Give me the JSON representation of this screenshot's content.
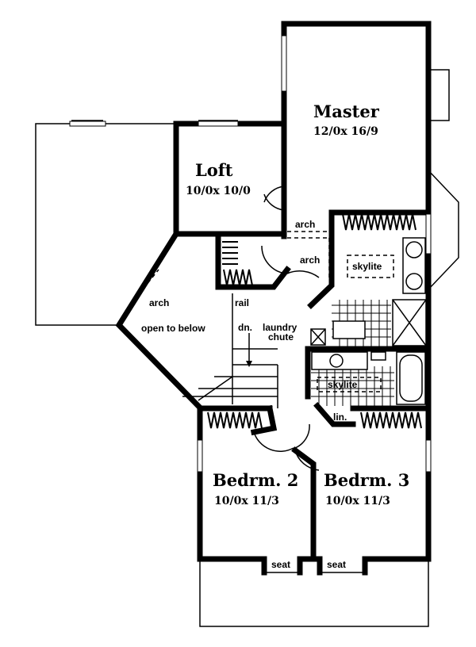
{
  "rooms": {
    "master": {
      "name": "Master",
      "size": "12/0x 16/9"
    },
    "loft": {
      "name": "Loft",
      "size": "10/0x 10/0"
    },
    "bedrm2": {
      "name": "Bedrm. 2",
      "size": "10/0x 11/3"
    },
    "bedrm3": {
      "name": "Bedrm. 3",
      "size": "10/0x 11/3"
    }
  },
  "labels": {
    "arch_top": "arch",
    "arch_mid": "arch",
    "arch_left": "arch",
    "open_to_below": "open to below",
    "rail": "rail",
    "dn": "dn.",
    "laundry": "laundry",
    "chute": "chute",
    "skylite_master_bath": "skylite",
    "skylite_hall_bath": "skylite",
    "linen": "lin.",
    "seat_left": "seat",
    "seat_right": "seat"
  }
}
